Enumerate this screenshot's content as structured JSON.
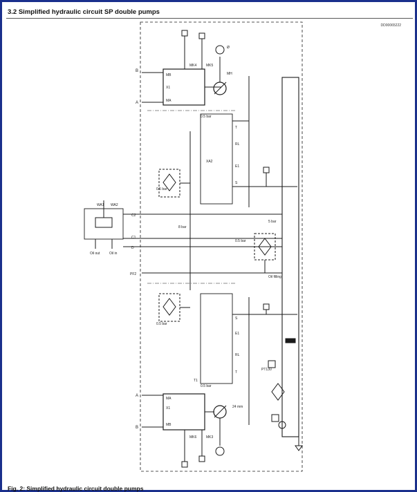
{
  "document": {
    "section_title": "3.2 Simplified hydraulic circuit SP double pumps",
    "doc_id": "DD00065222",
    "figure_caption": "Fig. 2: Simplified hydraulic circuit double pumps"
  },
  "ports": {
    "B_top": "B",
    "A_top": "A",
    "C2": "C2",
    "C1": "C1",
    "D": "D",
    "PF2": "PF2",
    "A_bottom": "A",
    "B_bottom": "B"
  },
  "pressures": {
    "upper_filter": "0.5 bar",
    "left_check": "8 bar",
    "right_check": "5 bar",
    "right_filter": "0.5 bar",
    "lower_filter": "0.5 bar",
    "case_drain": "0.5 bar",
    "upper_drain": "0.5 bar"
  },
  "labels": {
    "oil_out": "Oil out",
    "oil_in": "Oil in",
    "oil_filling": "Oil filling",
    "wa1": "WA1",
    "wa2": "WA2",
    "ma_top": "MA",
    "mb_top": "MB",
    "mh_top": "MH",
    "x1_top": "X1",
    "ma_bottom": "MA",
    "mb_bottom": "MB",
    "x1_bottom": "X1",
    "mk4": "MK4",
    "mk5": "MK5",
    "mk6": "MK6",
    "mk3": "MK3",
    "t_upper": "T",
    "rl_upper": "RL",
    "e1_upper": "E1",
    "s_upper": "S",
    "xa2": "XA2",
    "t_lower": "T",
    "rl_lower": "RL",
    "e1_lower": "E1",
    "s_lower": "S",
    "pt130": "PT130",
    "t1": "T1",
    "sensor_upper": "Ø",
    "rpm": "24 mm"
  },
  "colors": {
    "frame_border": "#1a2f8c",
    "line": "#1a1a1a"
  }
}
